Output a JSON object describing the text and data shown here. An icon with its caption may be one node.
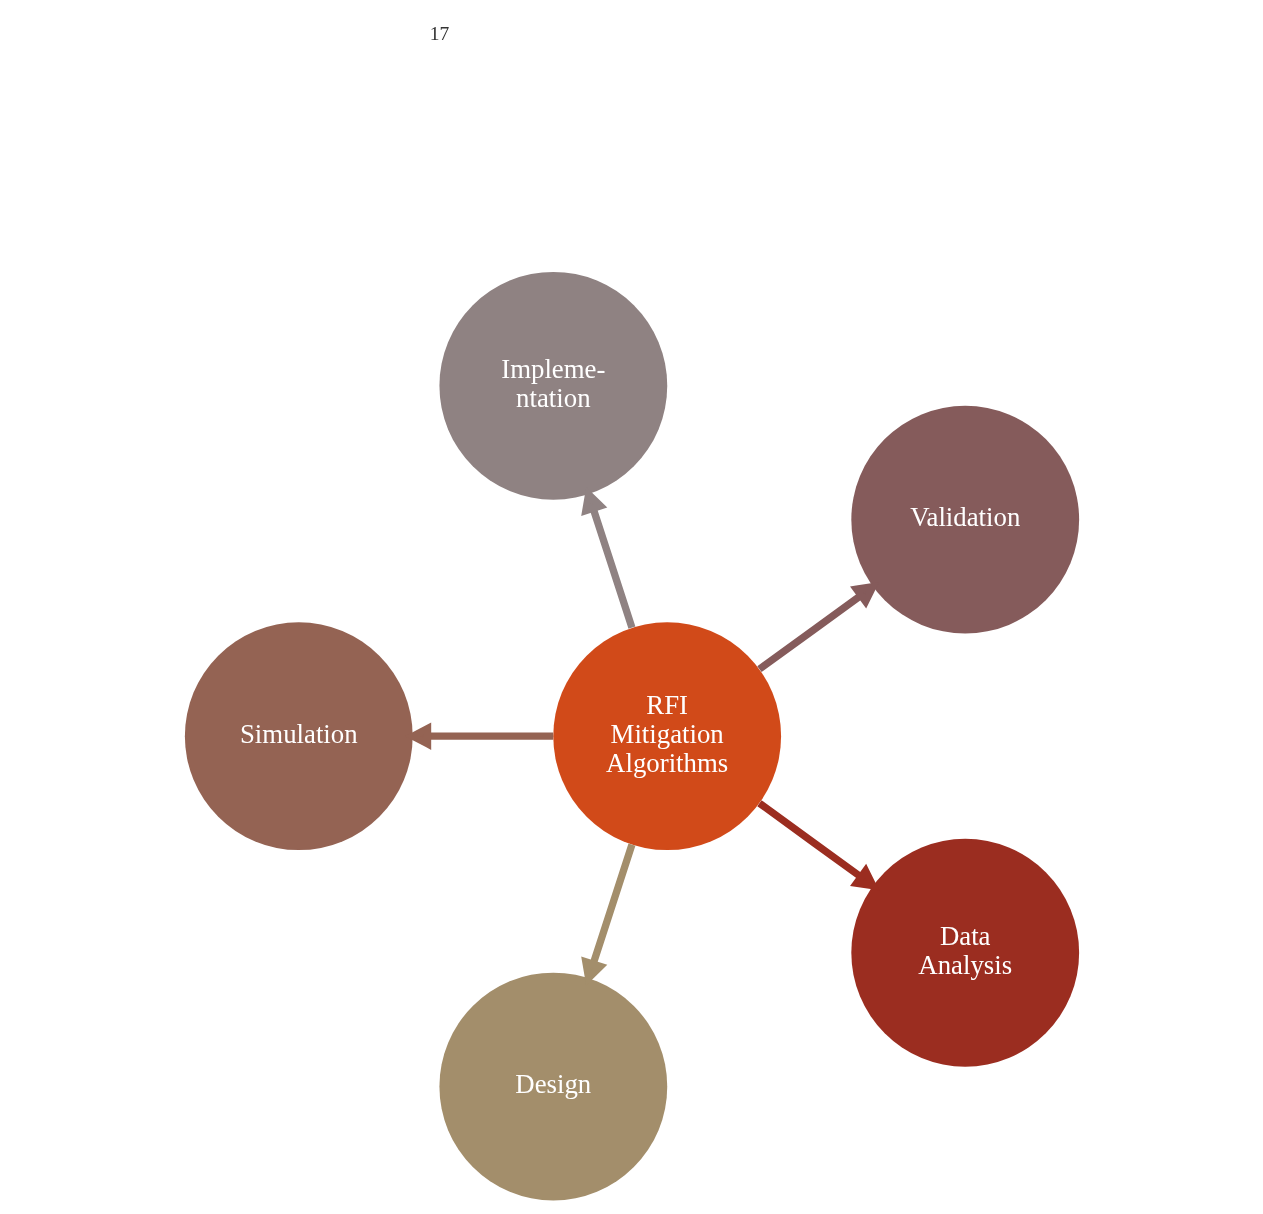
{
  "diagram": {
    "nodes": [
      {
        "text": [
          "RFI Mitigation Algorithms"
        ]
      },
      {
        "text": [
          "Data Analysis"
        ]
      },
      {
        "text": [
          "Design"
        ]
      },
      {
        "text": [
          "Simulation"
        ]
      },
      {
        "text": [
          "Impleme- ntation"
        ]
      },
      {
        "text": [
          "Validation"
        ]
      }
    ],
    "edges": [
      {
        "from": 0,
        "to": 1,
        "arrow": "to",
        "color": "#9b2d20"
      },
      {
        "from": 0,
        "to": 2,
        "arrow": "to",
        "color": "#a38e6b"
      },
      {
        "from": 0,
        "to": 3,
        "arrow": "to",
        "color": "#946353"
      },
      {
        "from": 0,
        "to": 4,
        "arrow": "to",
        "color": "#8f8282"
      },
      {
        "from": 0,
        "to": 5,
        "arrow": "to",
        "color": "#855b5b"
      }
    ],
    "labels": [
      "17"
    ]
  }
}
